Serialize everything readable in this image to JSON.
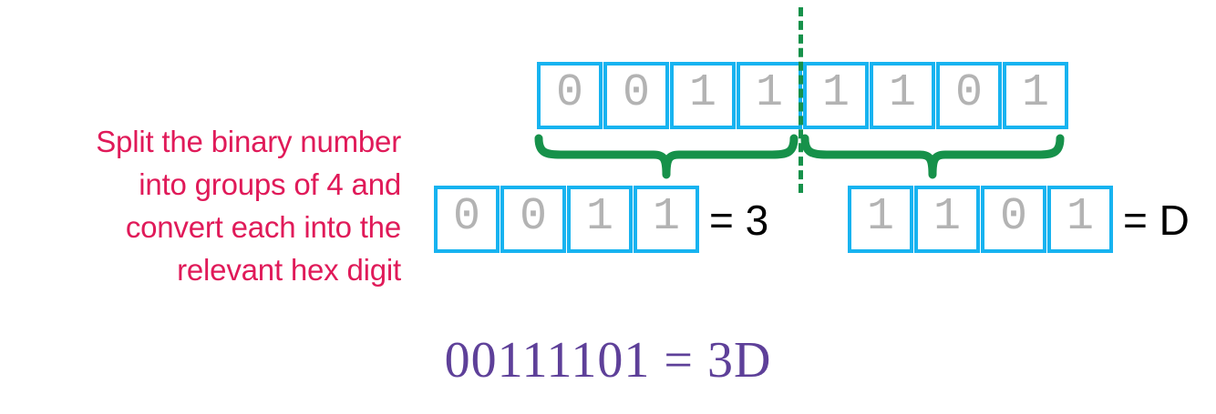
{
  "instruction": {
    "lines": [
      "Split the binary number",
      "into groups of 4 and",
      "convert each into the",
      "relevant hex digit"
    ],
    "color": "#E01A59"
  },
  "colors": {
    "box_border": "#17B3F0",
    "bit_text": "#B3B3B3",
    "brace_green": "#16914A",
    "divider_green": "#16914A",
    "answer_purple": "#5E4099",
    "result_black": "#000000",
    "background": "#FFFFFF"
  },
  "binary_row": {
    "label": "full-binary-number",
    "bits": [
      "0",
      "0",
      "1",
      "1",
      "1",
      "1",
      "0",
      "1"
    ]
  },
  "divider": {
    "name": "group-split-dashed-line",
    "orientation": "vertical",
    "style": "dashed"
  },
  "braces": {
    "left": {
      "name": "left-group-brace",
      "groups": "high nibble"
    },
    "right": {
      "name": "right-group-brace",
      "groups": "low nibble"
    }
  },
  "groups": [
    {
      "name": "high-nibble",
      "bits": [
        "0",
        "0",
        "1",
        "1"
      ],
      "equals": "=",
      "hex": "3",
      "result_text": "= 3"
    },
    {
      "name": "low-nibble",
      "bits": [
        "1",
        "1",
        "0",
        "1"
      ],
      "equals": "=",
      "hex": "D",
      "result_text": "= D"
    }
  ],
  "answer": {
    "text": "00111101 = 3D",
    "binary": "00111101",
    "hex": "3D"
  }
}
